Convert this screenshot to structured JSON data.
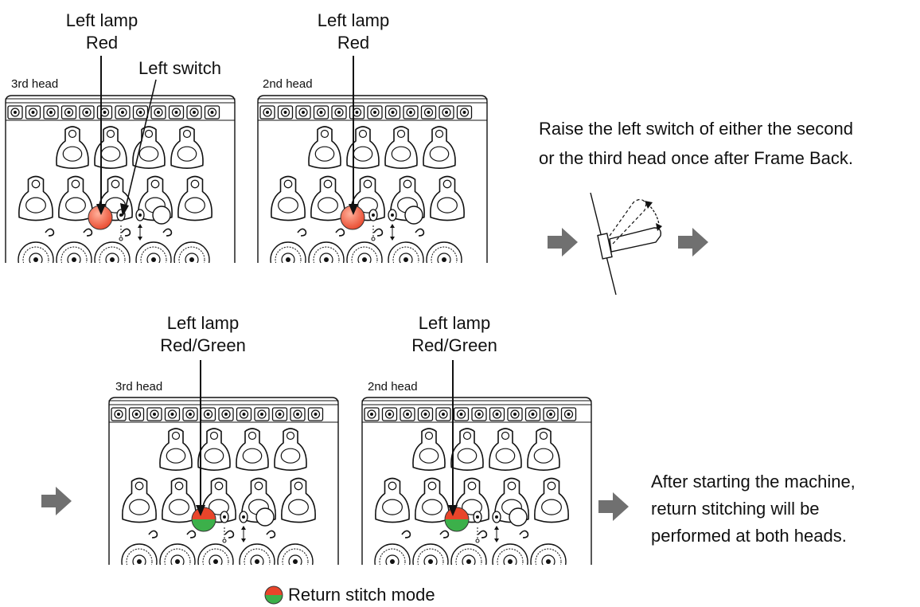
{
  "top": {
    "callout_left": {
      "line1": "Left lamp",
      "line2": "Red"
    },
    "callout_switch": "Left switch",
    "callout_right": {
      "line1": "Left lamp",
      "line2": "Red"
    },
    "head_left_label": "3rd head",
    "head_right_label": "2nd head",
    "instruction": {
      "line1": "Raise the left switch of either the second",
      "line2": "or the third head once after Frame Back."
    }
  },
  "bottom": {
    "callout_left": {
      "line1": "Left lamp",
      "line2": "Red/Green"
    },
    "callout_right": {
      "line1": "Left lamp",
      "line2": "Red/Green"
    },
    "head_left_label": "3rd head",
    "head_right_label": "2nd head",
    "result": {
      "line1": "After starting the machine,",
      "line2": "return stitching will be",
      "line3": "performed at both heads."
    }
  },
  "legend": {
    "label": "Return stitch mode"
  },
  "colors": {
    "lamp_red": "#e8452a",
    "lamp_green": "#3cb04a",
    "arrow": "#707070",
    "line": "#111111"
  }
}
